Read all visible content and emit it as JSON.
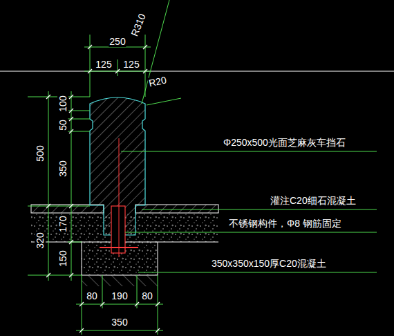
{
  "diagram": {
    "labels": [
      "250",
      "R310",
      "125",
      "125",
      "R20",
      "100",
      "50",
      "500",
      "350",
      "Φ250x500光面芝麻灰车挡石",
      "灌注C20细石混凝土",
      "不锈钢构件，Φ8 钢筋固定",
      "170",
      "320",
      "150",
      "350x350x150厚C20混凝土",
      "80",
      "190",
      "80",
      "350"
    ]
  }
}
